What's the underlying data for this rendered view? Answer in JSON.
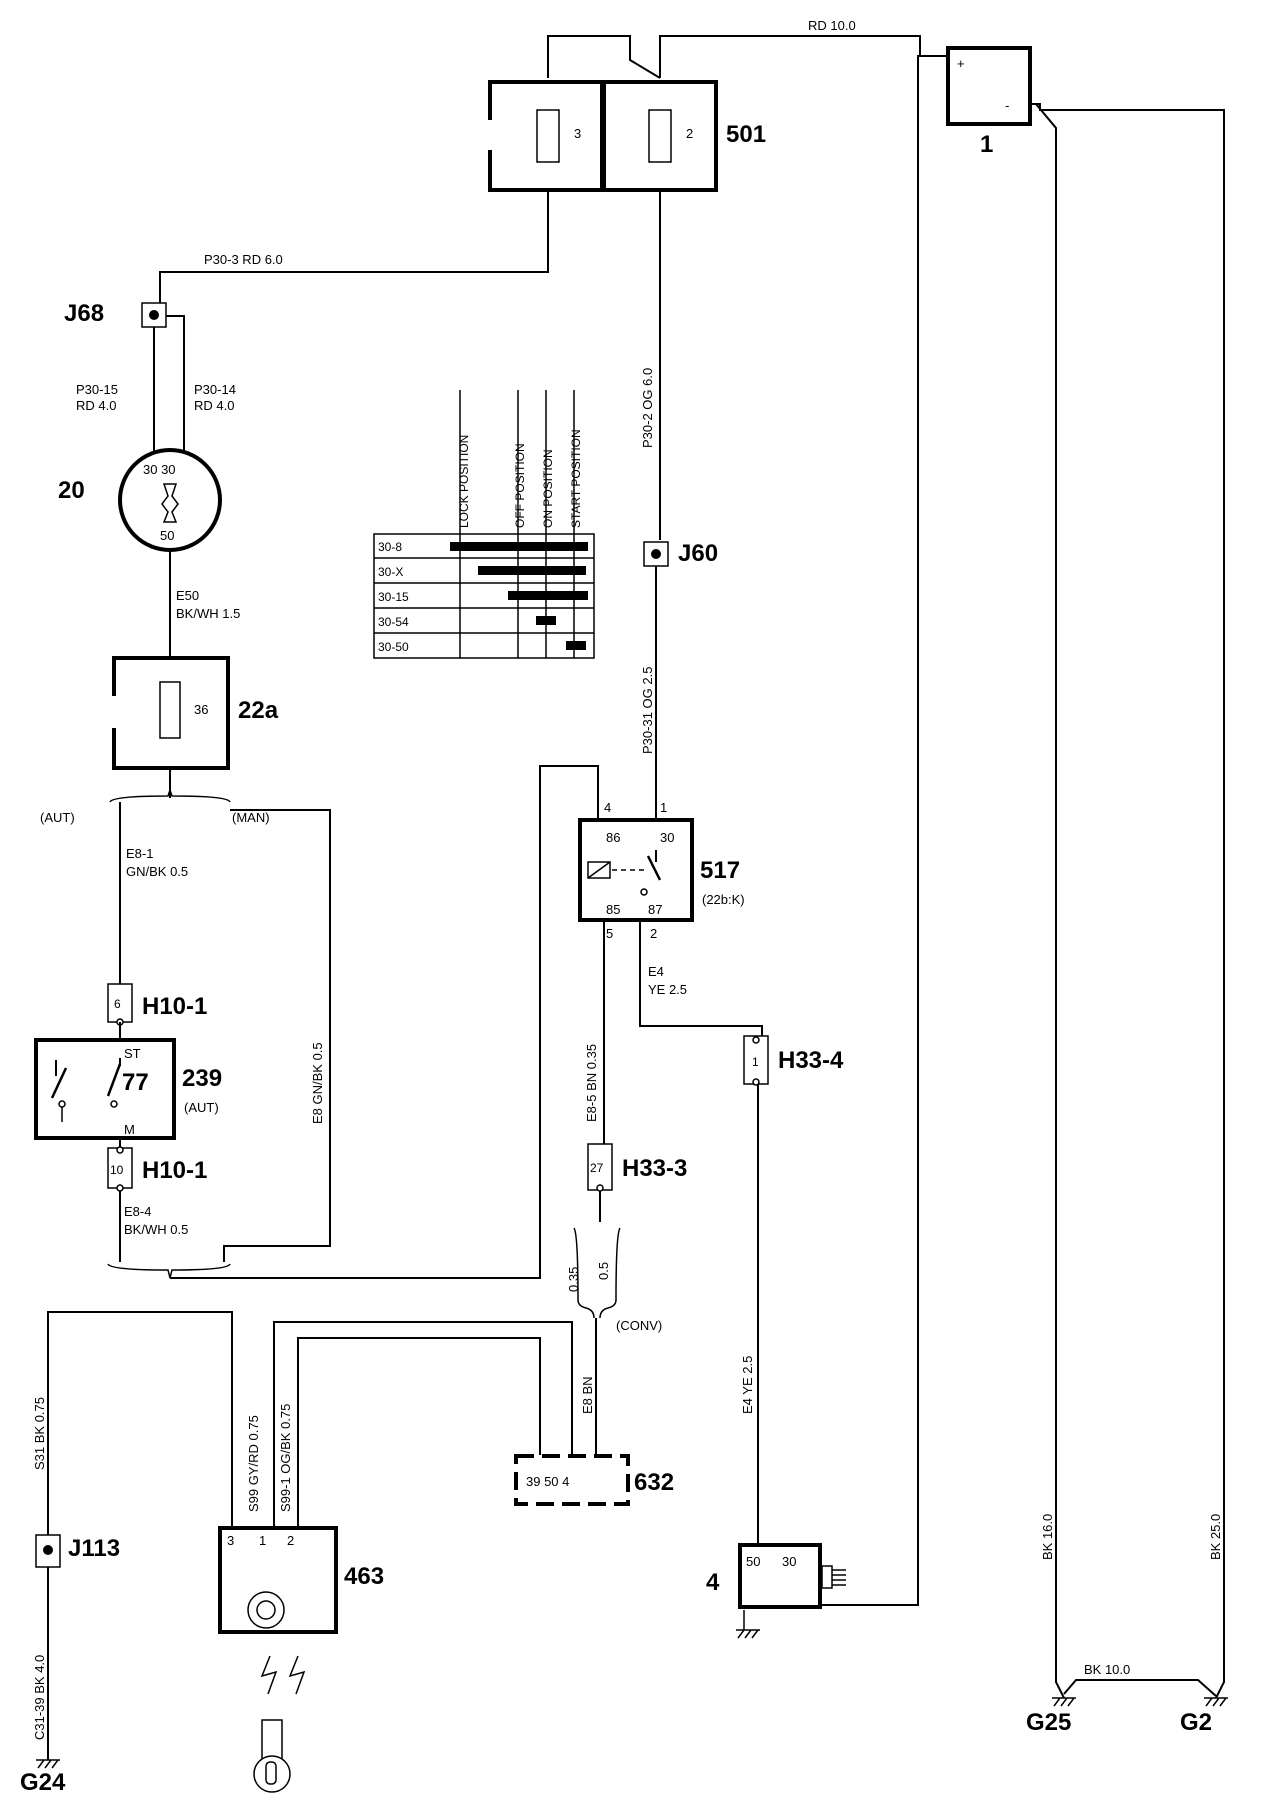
{
  "components": {
    "battery": {
      "id": "1",
      "plus": "+",
      "minus": "-"
    },
    "fuse_box": {
      "id": "501",
      "fuse_a": "3",
      "fuse_b": "2"
    },
    "fuse_22a": {
      "id": "22a",
      "fuse": "36"
    },
    "ignition_switch": {
      "id": "20",
      "pins_top": "30 30",
      "pin_bottom": "50"
    },
    "relay": {
      "id": "517",
      "sub": "(22b:K)",
      "p86": "86",
      "p30": "30",
      "p85": "85",
      "p87": "87",
      "n4": "4",
      "n1": "1",
      "n5": "5",
      "n2": "2"
    },
    "inhibitor": {
      "id": "239",
      "sub": "(AUT)",
      "st": "ST",
      "p77": "77",
      "m": "M"
    },
    "starter": {
      "id": "4",
      "p50": "50",
      "p30": "30"
    },
    "module_632": {
      "id": "632",
      "pins": "39 50 4"
    },
    "sensor_463": {
      "id": "463",
      "p3": "3",
      "p1": "1",
      "p2": "2"
    }
  },
  "connectors": {
    "j68": "J68",
    "j60": "J60",
    "j113": "J113",
    "h10_top": "H10-1",
    "h10_top_pin": "6",
    "h10_bot": "H10-1",
    "h10_bot_pin": "10",
    "h33_3": "H33-3",
    "h33_3_pin": "27",
    "h33_4": "H33-4",
    "h33_4_pin": "1"
  },
  "grounds": {
    "g24": "G24",
    "g25": "G25",
    "g2": "G2"
  },
  "wire_labels": {
    "rd10": "RD 10.0",
    "p30_3": "P30-3 RD 6.0",
    "p30_15a": "P30-15",
    "p30_15b": "RD 4.0",
    "p30_14a": "P30-14",
    "p30_14b": "RD 4.0",
    "e50a": "E50",
    "e50b": "BK/WH 1.5",
    "aut": "(AUT)",
    "man": "(MAN)",
    "e8_1a": "E8-1",
    "e8_1b": "GN/BK 0.5",
    "e8_gnbk": "E8 GN/BK 0.5",
    "e8_4a": "E8-4",
    "e8_4b": "BK/WH 0.5",
    "p30_2": "P30-2 OG 6.0",
    "p30_31": "P30-31 OG 2.5",
    "e4a": "E4",
    "e4b": "YE 2.5",
    "e8_5": "E8-5 BN 0.35",
    "w035": "0.35",
    "w05": "0.5",
    "conv": "(CONV)",
    "e8_bn": "E8 BN",
    "e4_ye": "E4 YE 2.5",
    "s31": "S31 BK 0.75",
    "c31_39": "C31-39 BK 4.0",
    "s99": "S99 GY/RD 0.75",
    "s99_1": "S99-1 OG/BK 0.75",
    "bk16": "BK 16.0",
    "bk25": "BK 25.0",
    "bk10": "BK 10.0"
  },
  "position_table": {
    "headers": [
      "LOCK POSITION",
      "OFF POSITION",
      "ON POSITION",
      "START POSITION"
    ],
    "rows": [
      "30-8",
      "30-X",
      "30-15",
      "30-54",
      "30-50"
    ]
  }
}
